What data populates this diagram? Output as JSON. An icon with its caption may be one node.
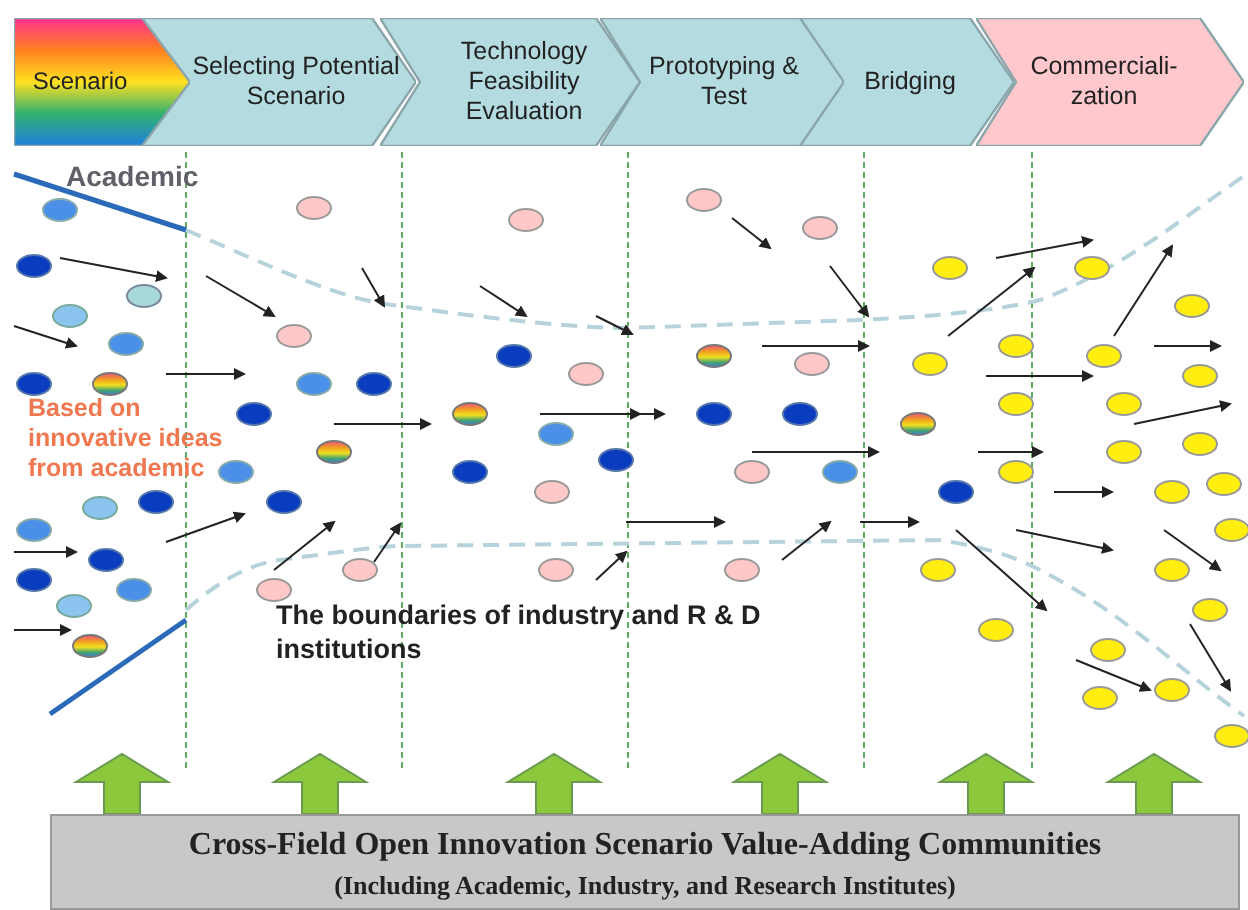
{
  "diagram": {
    "nodes": [
      {
        "text": [
          "Scenario"
        ]
      },
      {
        "text": [
          "Selecting Potential Scenario"
        ]
      },
      {
        "text": [
          "Technology Feasibility Evaluation"
        ]
      },
      {
        "text": [
          "Prototyping & Test"
        ]
      },
      {
        "text": [
          "Bridging"
        ]
      },
      {
        "text": [
          "Commerciali- zation"
        ]
      },
      {
        "text": [
          "Cross-Field Open Innovation Scenario Value-Adding Communities",
          "(Including Academic, Industry, and Research Institutes)"
        ]
      }
    ],
    "edges": [
      {
        "from": 6,
        "to": null,
        "arrow": "to"
      },
      {
        "from": 6,
        "to": null,
        "arrow": "to"
      },
      {
        "from": 6,
        "to": null,
        "arrow": "to"
      },
      {
        "from": 6,
        "to": null,
        "arrow": "to"
      },
      {
        "from": 6,
        "to": null,
        "arrow": "to"
      },
      {
        "from": 6,
        "to": null,
        "arrow": "to"
      }
    ],
    "labels": [
      "Academic",
      "Based on innovative ideas from academic",
      "The boundaries of industry and R & D institutions"
    ]
  }
}
